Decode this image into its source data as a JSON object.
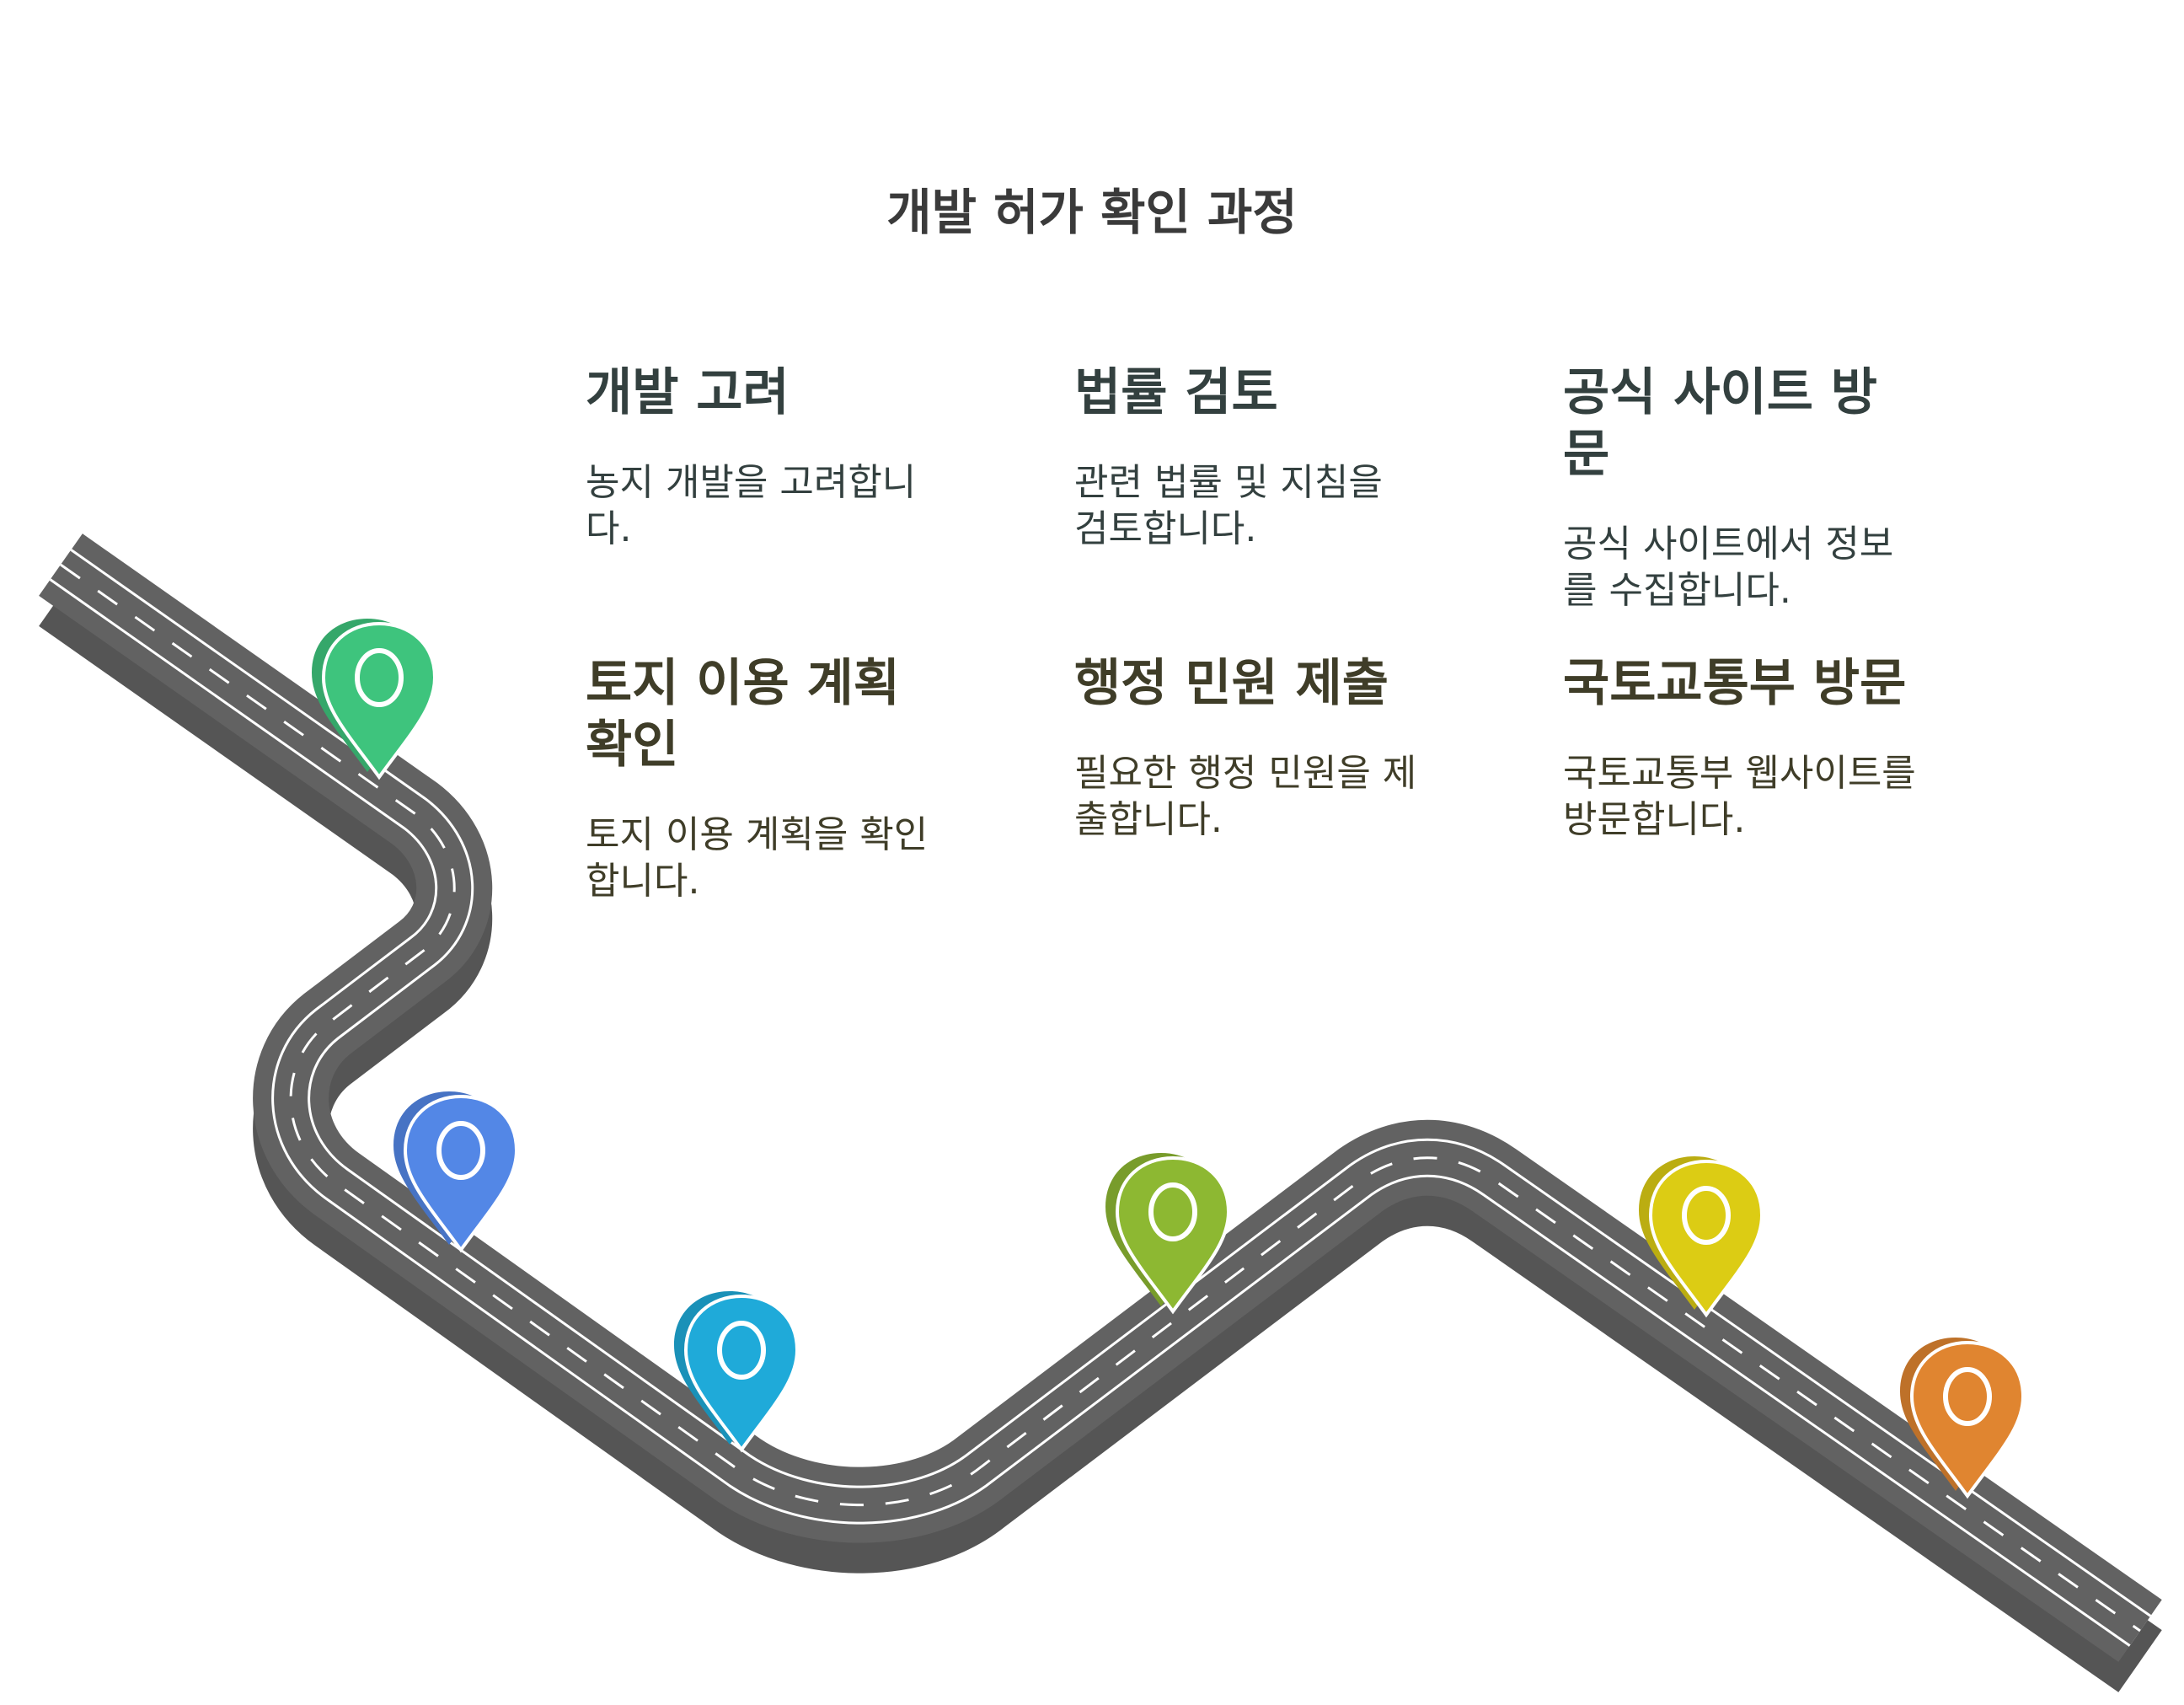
{
  "title": "개발 허가 확인 과정",
  "steps": [
    {
      "id": "consider",
      "heading": "개발 고려",
      "desc": "농지 개발을 고려합니다.",
      "color": "#3ec47d"
    },
    {
      "id": "law",
      "heading": "법률 검토",
      "desc": "관련 법률 및 지침을 검토합니다.",
      "color": "#5387e6"
    },
    {
      "id": "site",
      "heading": "공식 사이트 방문",
      "desc": "공식 사이트에서 정보를 수집합니다.",
      "color": "#1faad9"
    },
    {
      "id": "landuse",
      "heading": "토지 이용 계획 확인",
      "desc": "토지 이용 계획을 확인합니다.",
      "color": "#8db832"
    },
    {
      "id": "petition",
      "heading": "행정 민원 제출",
      "desc": "필요한 행정 민원을 제출합니다.",
      "color": "#dccc14"
    },
    {
      "id": "ministry",
      "heading": "국토교통부 방문",
      "desc": "국토교통부 웹사이트를 방문합니다.",
      "color": "#e08530"
    }
  ],
  "road": {
    "color": "#626262",
    "edge": "#4d4d4d",
    "line": "#ffffff"
  }
}
